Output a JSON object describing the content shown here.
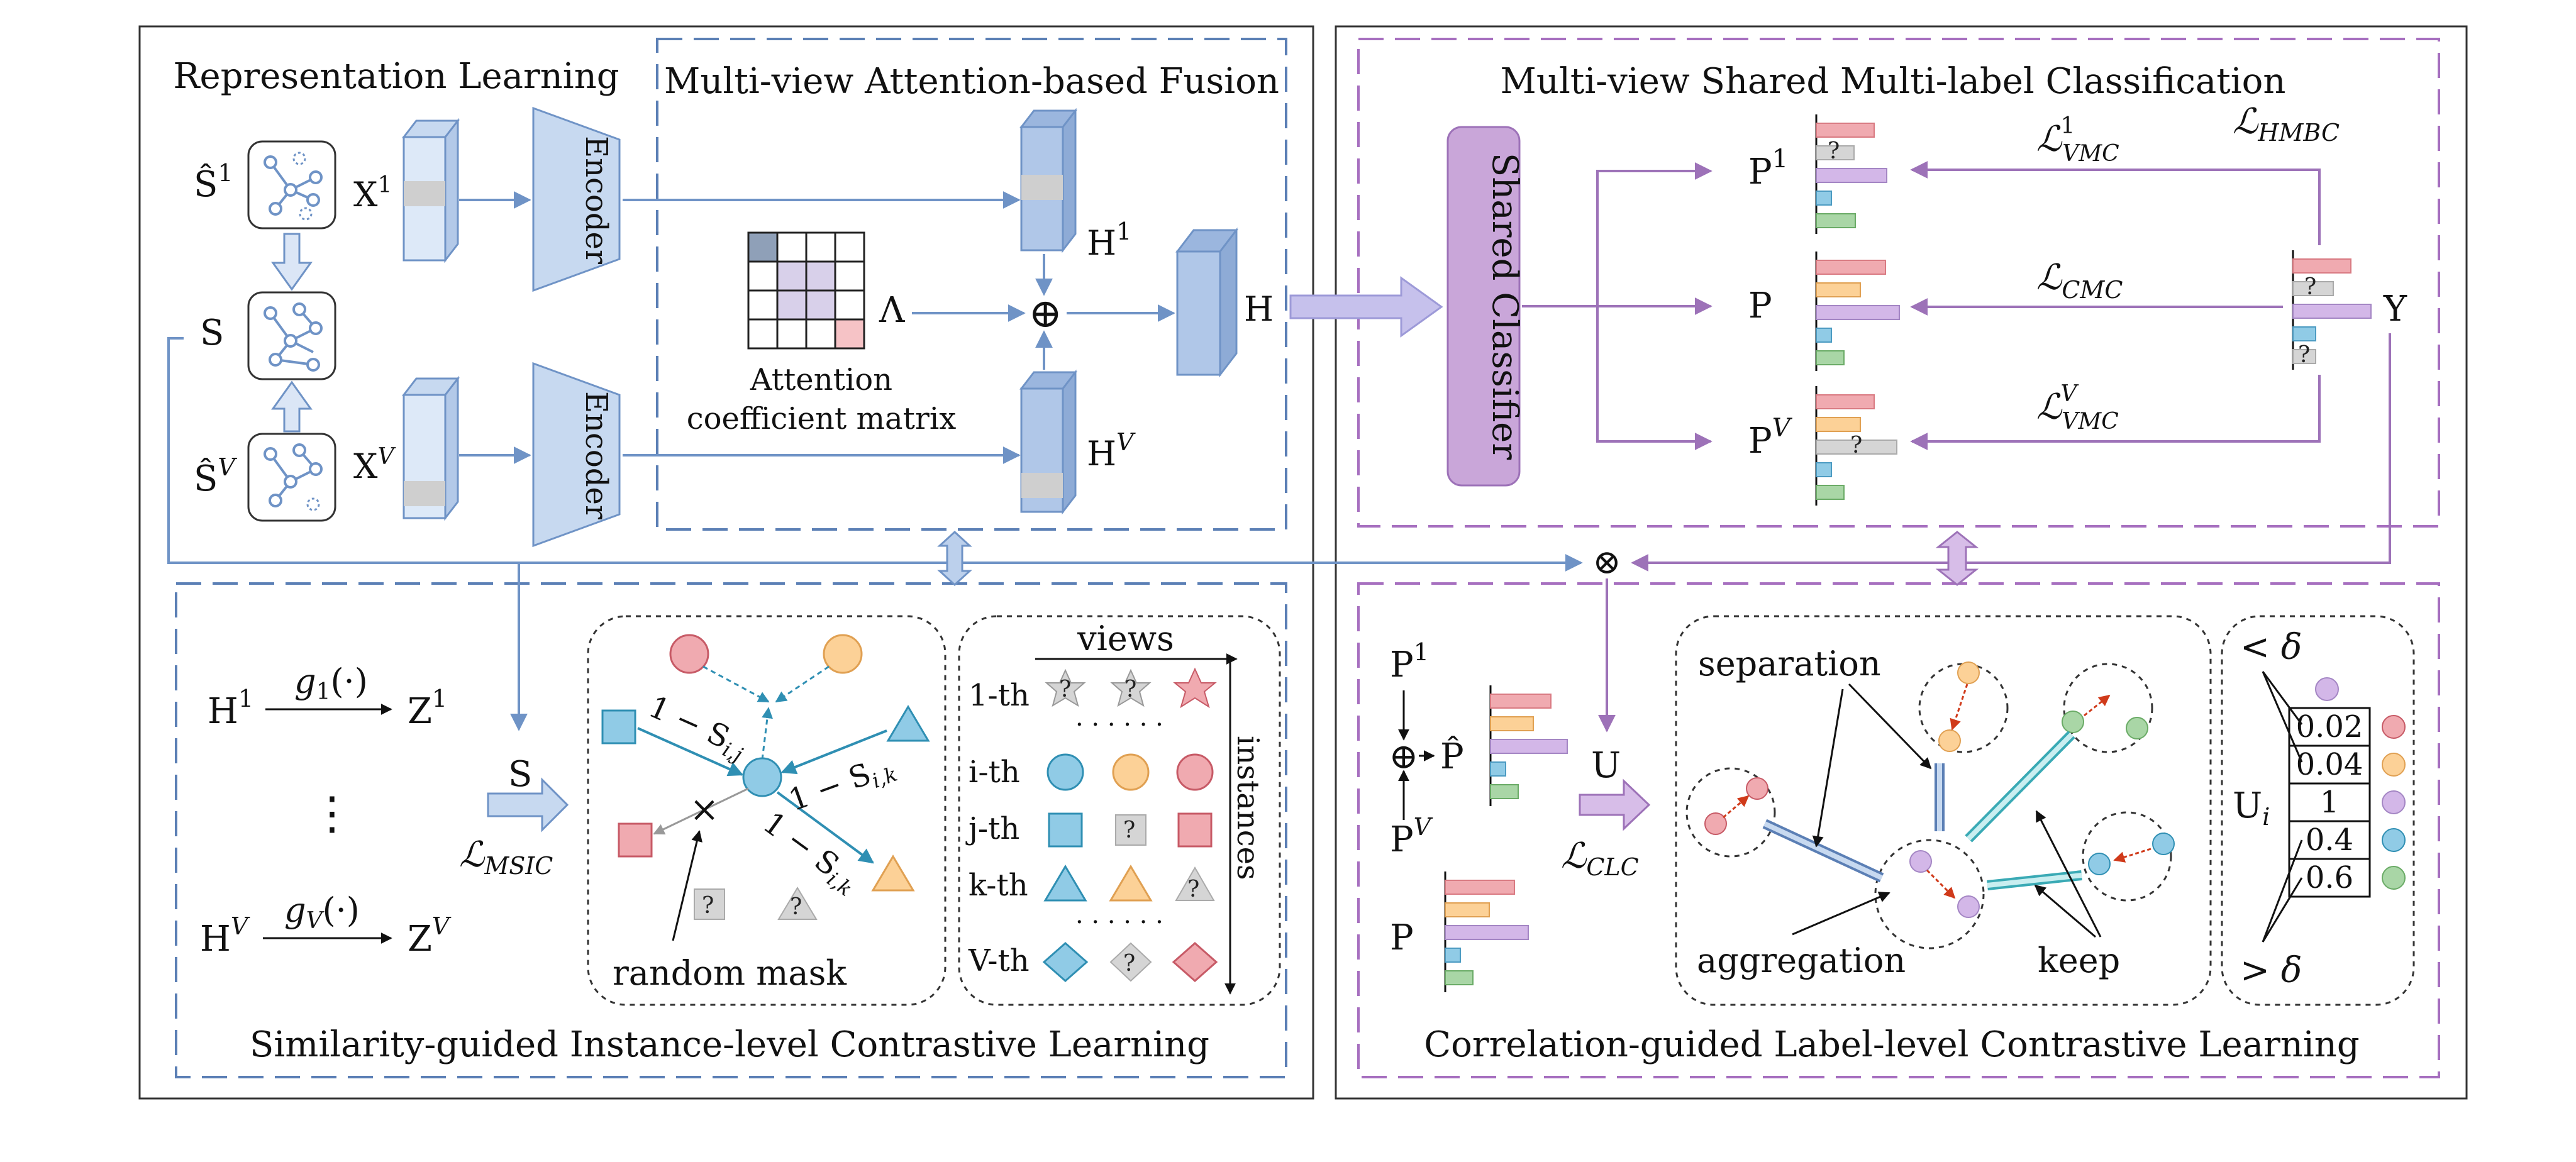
{
  "sections": {
    "representation_learning": "Representation Learning",
    "attention_fusion": "Multi-view Attention-based Fusion",
    "shared_classification": "Multi-view Shared Multi-label Classification",
    "instance_contrastive": "Similarity-guided Instance-level Contrastive Learning",
    "label_contrastive": "Correlation-guided Label-level Contrastive Learning"
  },
  "representation": {
    "s_hat_1": "Ŝ",
    "s_hat_1_sup": "1",
    "s": "S",
    "s_hat_v": "Ŝ",
    "s_hat_v_sup": "V",
    "x1": "X",
    "x1_sup": "1",
    "xv": "X",
    "xv_sup": "V",
    "encoder_top": "Encoder",
    "encoder_bottom": "Encoder"
  },
  "fusion": {
    "h1": "H",
    "h1_sup": "1",
    "hv": "H",
    "hv_sup": "V",
    "h": "H",
    "lambda": "Λ",
    "matrix_caption_1": "Attention",
    "matrix_caption_2": "coefficient matrix",
    "sum_symbol": "⊕"
  },
  "classification": {
    "shared_classifier": "Shared Classifier",
    "p1": "P",
    "p1_sup": "1",
    "p": "P",
    "pv": "P",
    "pv_sup": "V",
    "y": "Y",
    "l_hmbc": "ℒ",
    "l_hmbc_sub": "HMBC",
    "l_vmc1": "ℒ",
    "l_vmc1_sup": "1",
    "l_vmc1_sub": "VMC",
    "l_cmc": "ℒ",
    "l_cmc_sub": "CMC",
    "l_vmcv": "ℒ",
    "l_vmcv_sup": "V",
    "l_vmcv_sub": "VMC",
    "unknown": "?",
    "otimes": "⊗"
  },
  "instance": {
    "h1": "H",
    "h1_sup": "1",
    "g1": "g",
    "g1_sub": "1",
    "g1_arg": "(·)",
    "z1": "Z",
    "z1_sup": "1",
    "vdots": "⋮",
    "hv": "H",
    "hv_sup": "V",
    "gv": "g",
    "gv_sub": "V",
    "gv_arg": "(·)",
    "zv": "Z",
    "zv_sup": "V",
    "s": "S",
    "l_msic": "ℒ",
    "l_msic_sub": "MSIC",
    "sij": "1 − S",
    "sij_sub": "i,j",
    "sik1": "1 − S",
    "sik1_sub": "i,k",
    "sik2": "1 − S",
    "sik2_sub": "i,k",
    "cross": "×",
    "random_mask": "random mask",
    "views": "views",
    "instances": "instances",
    "rows": [
      "1-th",
      "i-th",
      "j-th",
      "k-th",
      "V-th"
    ],
    "dots": "· · · · · ·"
  },
  "label": {
    "p1": "P",
    "p1_sup": "1",
    "p_hat": "P̂",
    "pv": "P",
    "pv_sup": "V",
    "p": "P",
    "u": "U",
    "l_clc": "ℒ",
    "l_clc_sub": "CLC",
    "separation": "separation",
    "aggregation": "aggregation",
    "keep": "keep",
    "ui": "U",
    "ui_sub": "i",
    "lt_delta": "< δ",
    "gt_delta": "> δ",
    "ui_values": [
      "0.02",
      "0.04",
      "1",
      "0.4",
      "0.6"
    ]
  },
  "colors": {
    "blue_line": "#6f93c6",
    "blue_dash": "#5b7fb5",
    "purple_line": "#9d72b8",
    "purple_dash": "#a66fbf",
    "classifier": "#c9a6d9",
    "bar_red": "#f0aab0",
    "bar_orange": "#fcd197",
    "bar_purple": "#d3b7e8",
    "bar_blue": "#90cbe6",
    "bar_green": "#a9d6a6",
    "bar_gray": "#d5d5d5"
  }
}
